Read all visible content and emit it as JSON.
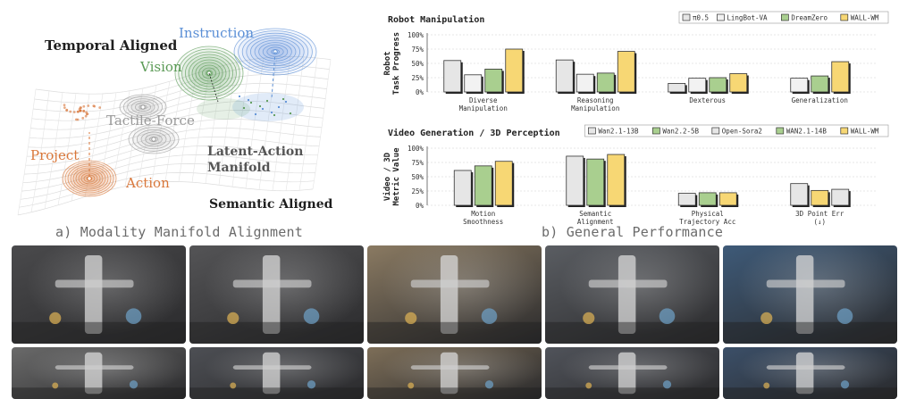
{
  "left_panel": {
    "caption": "a) Modality Manifold Alignment",
    "labels": {
      "temporal": "Temporal Aligned",
      "instruction": "Instruction",
      "vision": "Vision",
      "tactile": "Tactile-Force",
      "project": "Project",
      "action": "Action",
      "latent": "Latent-Action",
      "manifold": "Manifold",
      "semantic": "Semantic Aligned"
    },
    "colors": {
      "instruction": "#5b8fd6",
      "vision": "#5a9a55",
      "tactile": "#9a9a9a",
      "action": "#d9773a",
      "dark": "#1f1f1f"
    }
  },
  "right_caption": "b) General Performance",
  "chart_data": [
    {
      "type": "bar",
      "title": "Robot Manipulation",
      "ylabel": [
        "Robot",
        "Task Progress"
      ],
      "ylim": [
        0,
        100
      ],
      "yticks": [
        "0%",
        "25%",
        "50%",
        "75%",
        "100%"
      ],
      "categories": [
        [
          "Diverse",
          "Manipulation"
        ],
        [
          "Reasoning",
          "Manipulation"
        ],
        [
          "Dexterous"
        ],
        [
          "Generalization"
        ]
      ],
      "series": [
        {
          "name": "π0.5",
          "color": "#e6e6e6",
          "values": [
            55,
            56,
            15,
            null
          ]
        },
        {
          "name": "LingBot-VA",
          "color": "#f2f2f2",
          "values": [
            30,
            31,
            24,
            24
          ]
        },
        {
          "name": "DreamZero",
          "color": "#a9cf8f",
          "values": [
            40,
            33,
            25,
            28
          ]
        },
        {
          "name": "WALL-WM",
          "color": "#f7d774",
          "values": [
            75,
            71,
            32,
            53
          ]
        }
      ]
    },
    {
      "type": "bar",
      "title": "Video Generation / 3D Perception",
      "ylabel": [
        "Video / 3D",
        "Metric Value"
      ],
      "ylim": [
        0,
        100
      ],
      "yticks": [
        "0%",
        "25%",
        "50%",
        "75%",
        "100%"
      ],
      "categories": [
        [
          "Motion",
          "Smoothness"
        ],
        [
          "Semantic",
          "Alignment"
        ],
        [
          "Physical",
          "Trajectory Acc"
        ],
        [
          "3D Point Err",
          "(↓)"
        ]
      ],
      "series": [
        {
          "name": "Wan2.1-13B",
          "color": "#e6e6e6",
          "values": [
            null,
            null,
            null,
            38
          ]
        },
        {
          "name": "Wan2.2-5B",
          "color": "#a9cf8f",
          "values": [
            null,
            null,
            null,
            null
          ]
        },
        {
          "name": "Open-Sora2",
          "color": "#e6e6e6",
          "values": [
            61,
            86,
            21,
            null
          ]
        },
        {
          "name": "WAN2.1-14B",
          "color": "#a9cf8f",
          "values": [
            69,
            81,
            22,
            null
          ]
        },
        {
          "name": "WALL-WM",
          "color": "#f7d774",
          "values": [
            77,
            89,
            22,
            26
          ]
        },
        {
          "name": "",
          "color": "#e6e6e6",
          "values": [
            null,
            null,
            null,
            28
          ]
        }
      ]
    }
  ],
  "photos": {
    "count": 10,
    "tones": [
      "#4a4a4c",
      "#545456",
      "#8a7a62",
      "#5a5d62",
      "#3e5a78",
      "#6a6a6a",
      "#4d4f54",
      "#7d6e58",
      "#50535a",
      "#3b4f68"
    ]
  }
}
